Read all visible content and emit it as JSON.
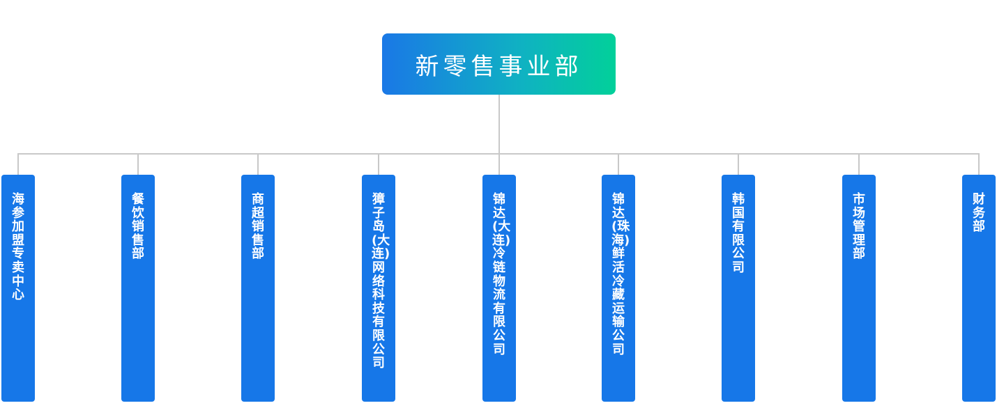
{
  "org_chart": {
    "root": {
      "label": "新零售事业部",
      "gradient_start": "#1a78e6",
      "gradient_end": "#02d09a"
    },
    "children": [
      {
        "label": "海参加盟专卖中心"
      },
      {
        "label": "餐饮销售部"
      },
      {
        "label": "商超销售部"
      },
      {
        "label": "獐子岛(大连)网络科技有限公司"
      },
      {
        "label": "锦达(大连)冷链物流有限公司"
      },
      {
        "label": "锦达(珠海)鲜活冷藏运输公司"
      },
      {
        "label": "韩国有限公司"
      },
      {
        "label": "市场管理部"
      },
      {
        "label": "财务部"
      }
    ],
    "colors": {
      "node_fill": "#1677e8",
      "connector": "#c8c8c8",
      "text": "#ffffff"
    }
  }
}
